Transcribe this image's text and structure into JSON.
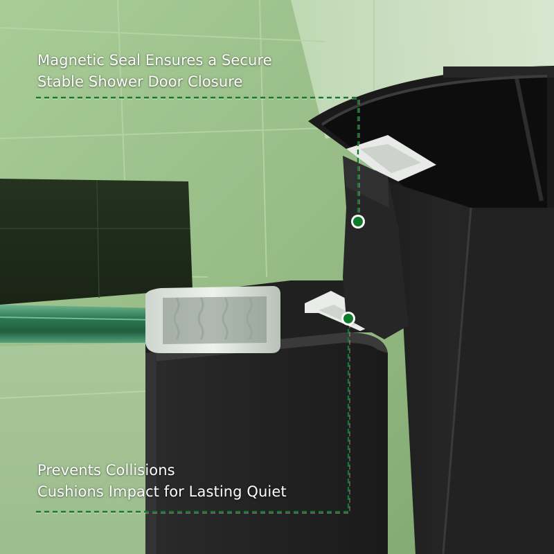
{
  "colors": {
    "accent": "#0f7a2a",
    "wall": "#9dbf8c",
    "frame": "#1c1c1c",
    "caption_text": "#ffffff",
    "glass": "#2c7a52"
  },
  "callouts": {
    "top": {
      "line1": "Magnetic Seal Ensures a Secure",
      "line2": "Stable Shower Door Closure"
    },
    "bottom": {
      "line1": "Prevents Collisions",
      "line2": "Cushions Impact for Lasting Quiet"
    }
  }
}
